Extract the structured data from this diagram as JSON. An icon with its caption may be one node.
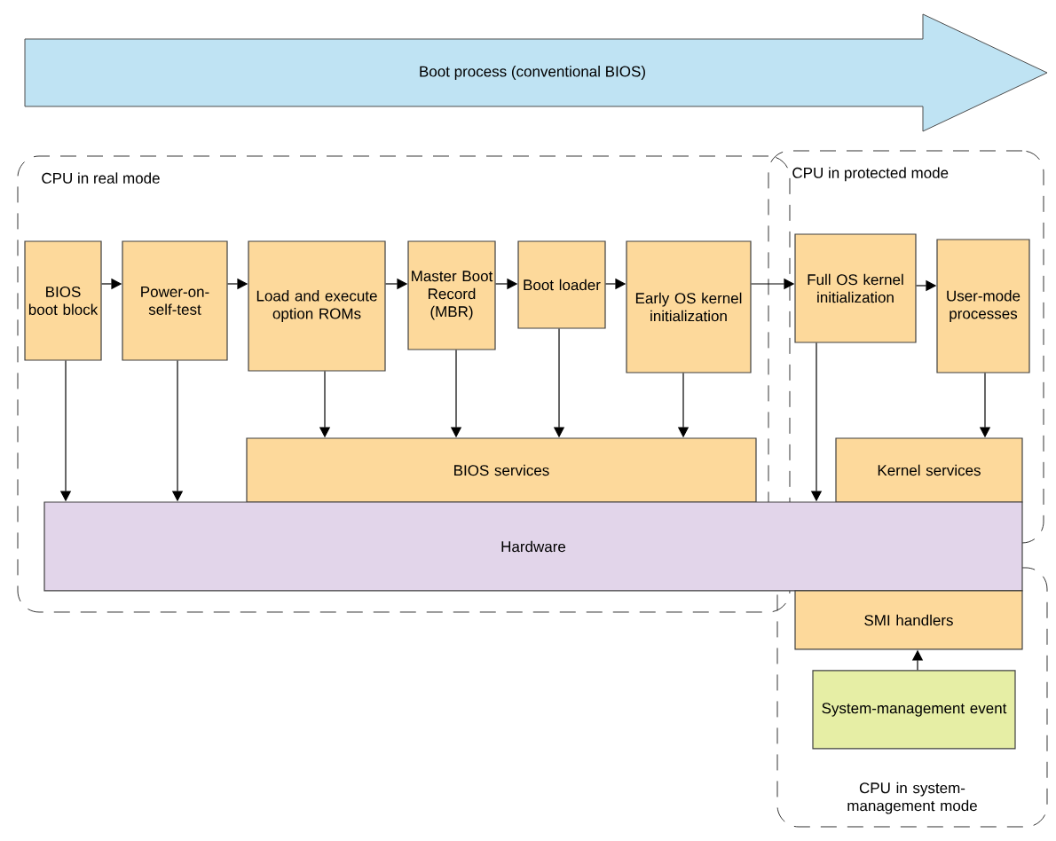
{
  "diagram": {
    "nodes": [
      {
        "text": [
          "Boot process (conventional BIOS)"
        ]
      },
      {
        "text": [
          "CPU in real mode"
        ]
      },
      {
        "text": [
          "BIOS boot block"
        ],
        "in": 1
      },
      {
        "text": [
          "Power-on-self-test"
        ],
        "in": 1
      },
      {
        "text": [
          "Load and execute option ROMs"
        ],
        "in": 1
      },
      {
        "text": [
          "Master Boot Record (MBR)"
        ],
        "in": 1
      },
      {
        "text": [
          "Boot loader"
        ],
        "in": 1
      },
      {
        "text": [
          "Early OS kernel initialization"
        ],
        "in": 1
      },
      {
        "text": [
          "BIOS services"
        ],
        "in": 1
      },
      {
        "text": [
          "CPU in protected mode"
        ]
      },
      {
        "text": [
          "Full OS kernel initialization"
        ],
        "in": 9
      },
      {
        "text": [
          "User-mode processes"
        ],
        "in": 9
      },
      {
        "text": [
          "Kernel services"
        ],
        "in": 9
      },
      {
        "text": [
          "Hardware"
        ]
      },
      {
        "text": [
          "CPU in system-management mode"
        ]
      },
      {
        "text": [
          "SMI handlers"
        ],
        "in": 14
      },
      {
        "text": [
          "System-management event"
        ],
        "in": 14
      }
    ],
    "edges": [
      {
        "from": 2,
        "to": 3,
        "arrow": "to"
      },
      {
        "from": 3,
        "to": 4,
        "arrow": "to"
      },
      {
        "from": 4,
        "to": 5,
        "arrow": "to"
      },
      {
        "from": 5,
        "to": 6,
        "arrow": "to"
      },
      {
        "from": 6,
        "to": 7,
        "arrow": "to"
      },
      {
        "from": 7,
        "to": 10,
        "arrow": "to"
      },
      {
        "from": 10,
        "to": 11,
        "arrow": "to"
      },
      {
        "from": 2,
        "to": 13,
        "arrow": "to"
      },
      {
        "from": 3,
        "to": 13,
        "arrow": "to"
      },
      {
        "from": 4,
        "to": 8,
        "arrow": "to"
      },
      {
        "from": 5,
        "to": 8,
        "arrow": "to"
      },
      {
        "from": 6,
        "to": 8,
        "arrow": "to"
      },
      {
        "from": 7,
        "to": 8,
        "arrow": "to"
      },
      {
        "from": 10,
        "to": 13,
        "arrow": "to"
      },
      {
        "from": 11,
        "to": 12,
        "arrow": "to"
      },
      {
        "from": 16,
        "to": 15,
        "arrow": "to"
      }
    ]
  }
}
